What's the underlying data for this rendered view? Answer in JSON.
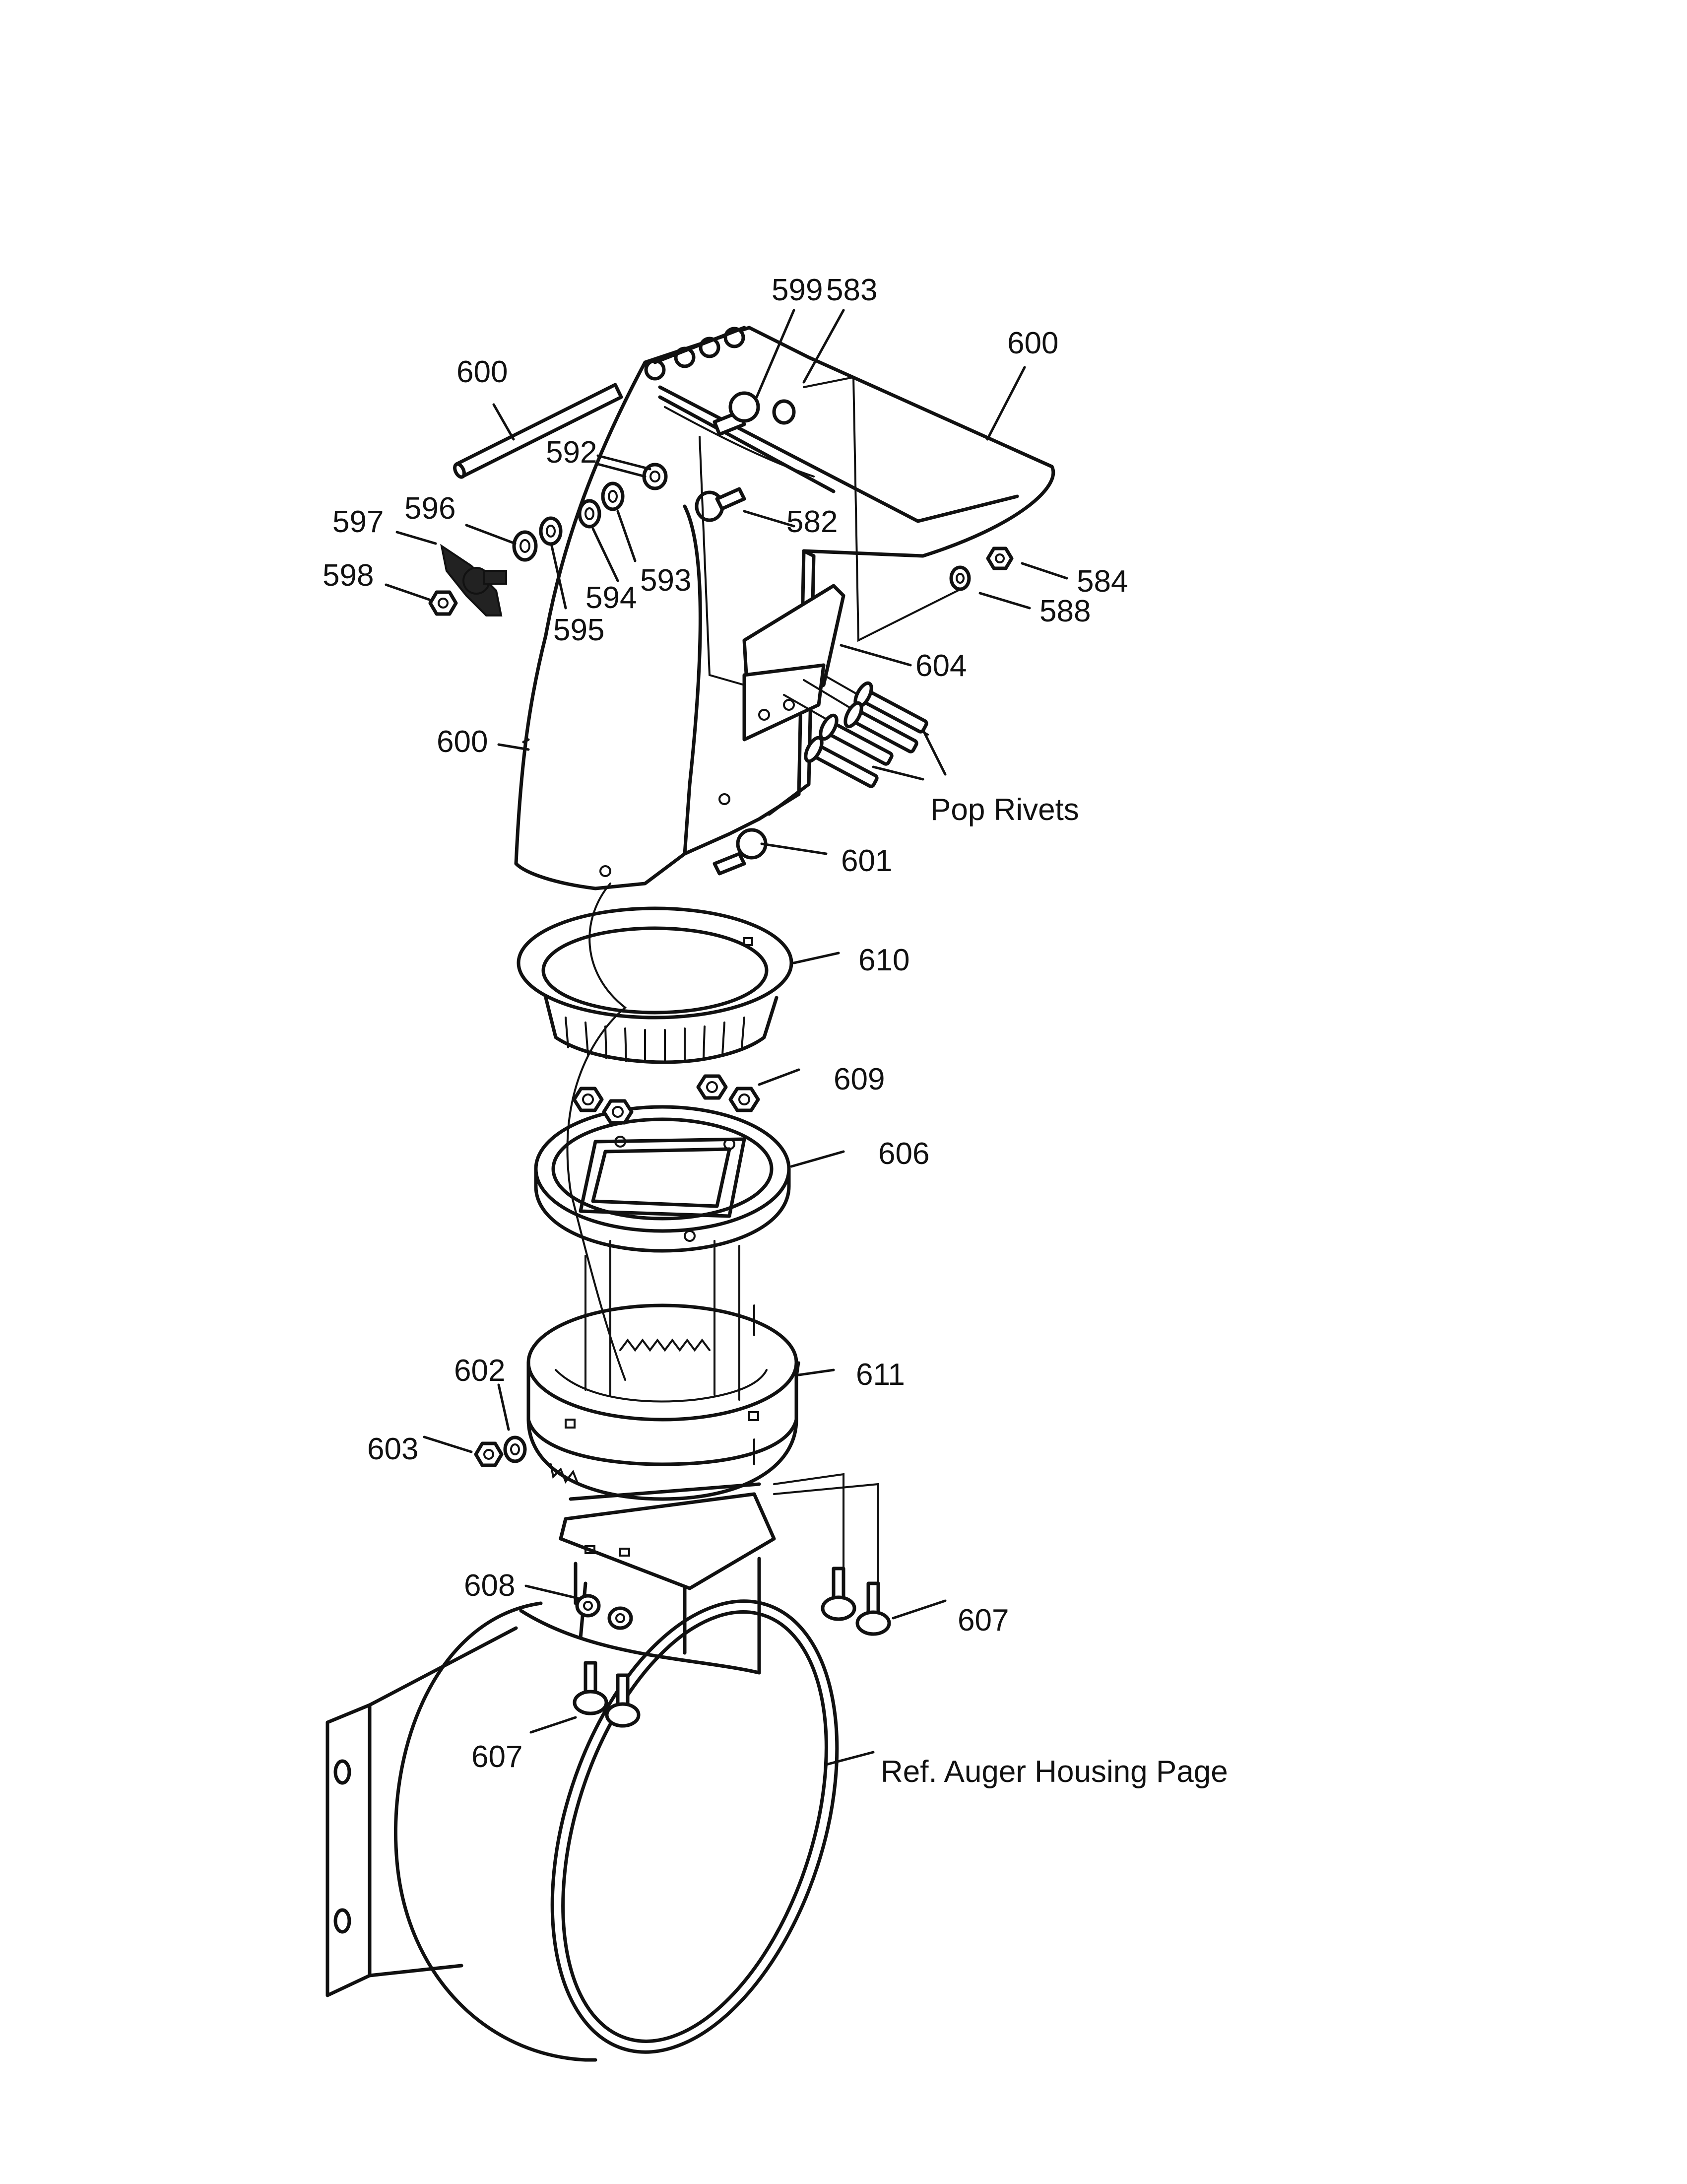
{
  "labels": {
    "p599": "599",
    "p583": "583",
    "p600_top_right": "600",
    "p600_rod": "600",
    "p592": "592",
    "p596": "596",
    "p597": "597",
    "p598": "598",
    "p582": "582",
    "p594": "594",
    "p593": "593",
    "p595": "595",
    "p584": "584",
    "p588": "588",
    "p604": "604",
    "p600_chute": "600",
    "pop_rivets": "Pop Rivets",
    "p601": "601",
    "p610": "610",
    "p609": "609",
    "p606": "606",
    "p611": "611",
    "p602": "602",
    "p603": "603",
    "p608": "608",
    "p607_right": "607",
    "p607_left": "607",
    "ref_auger": "Ref. Auger Housing Page"
  }
}
